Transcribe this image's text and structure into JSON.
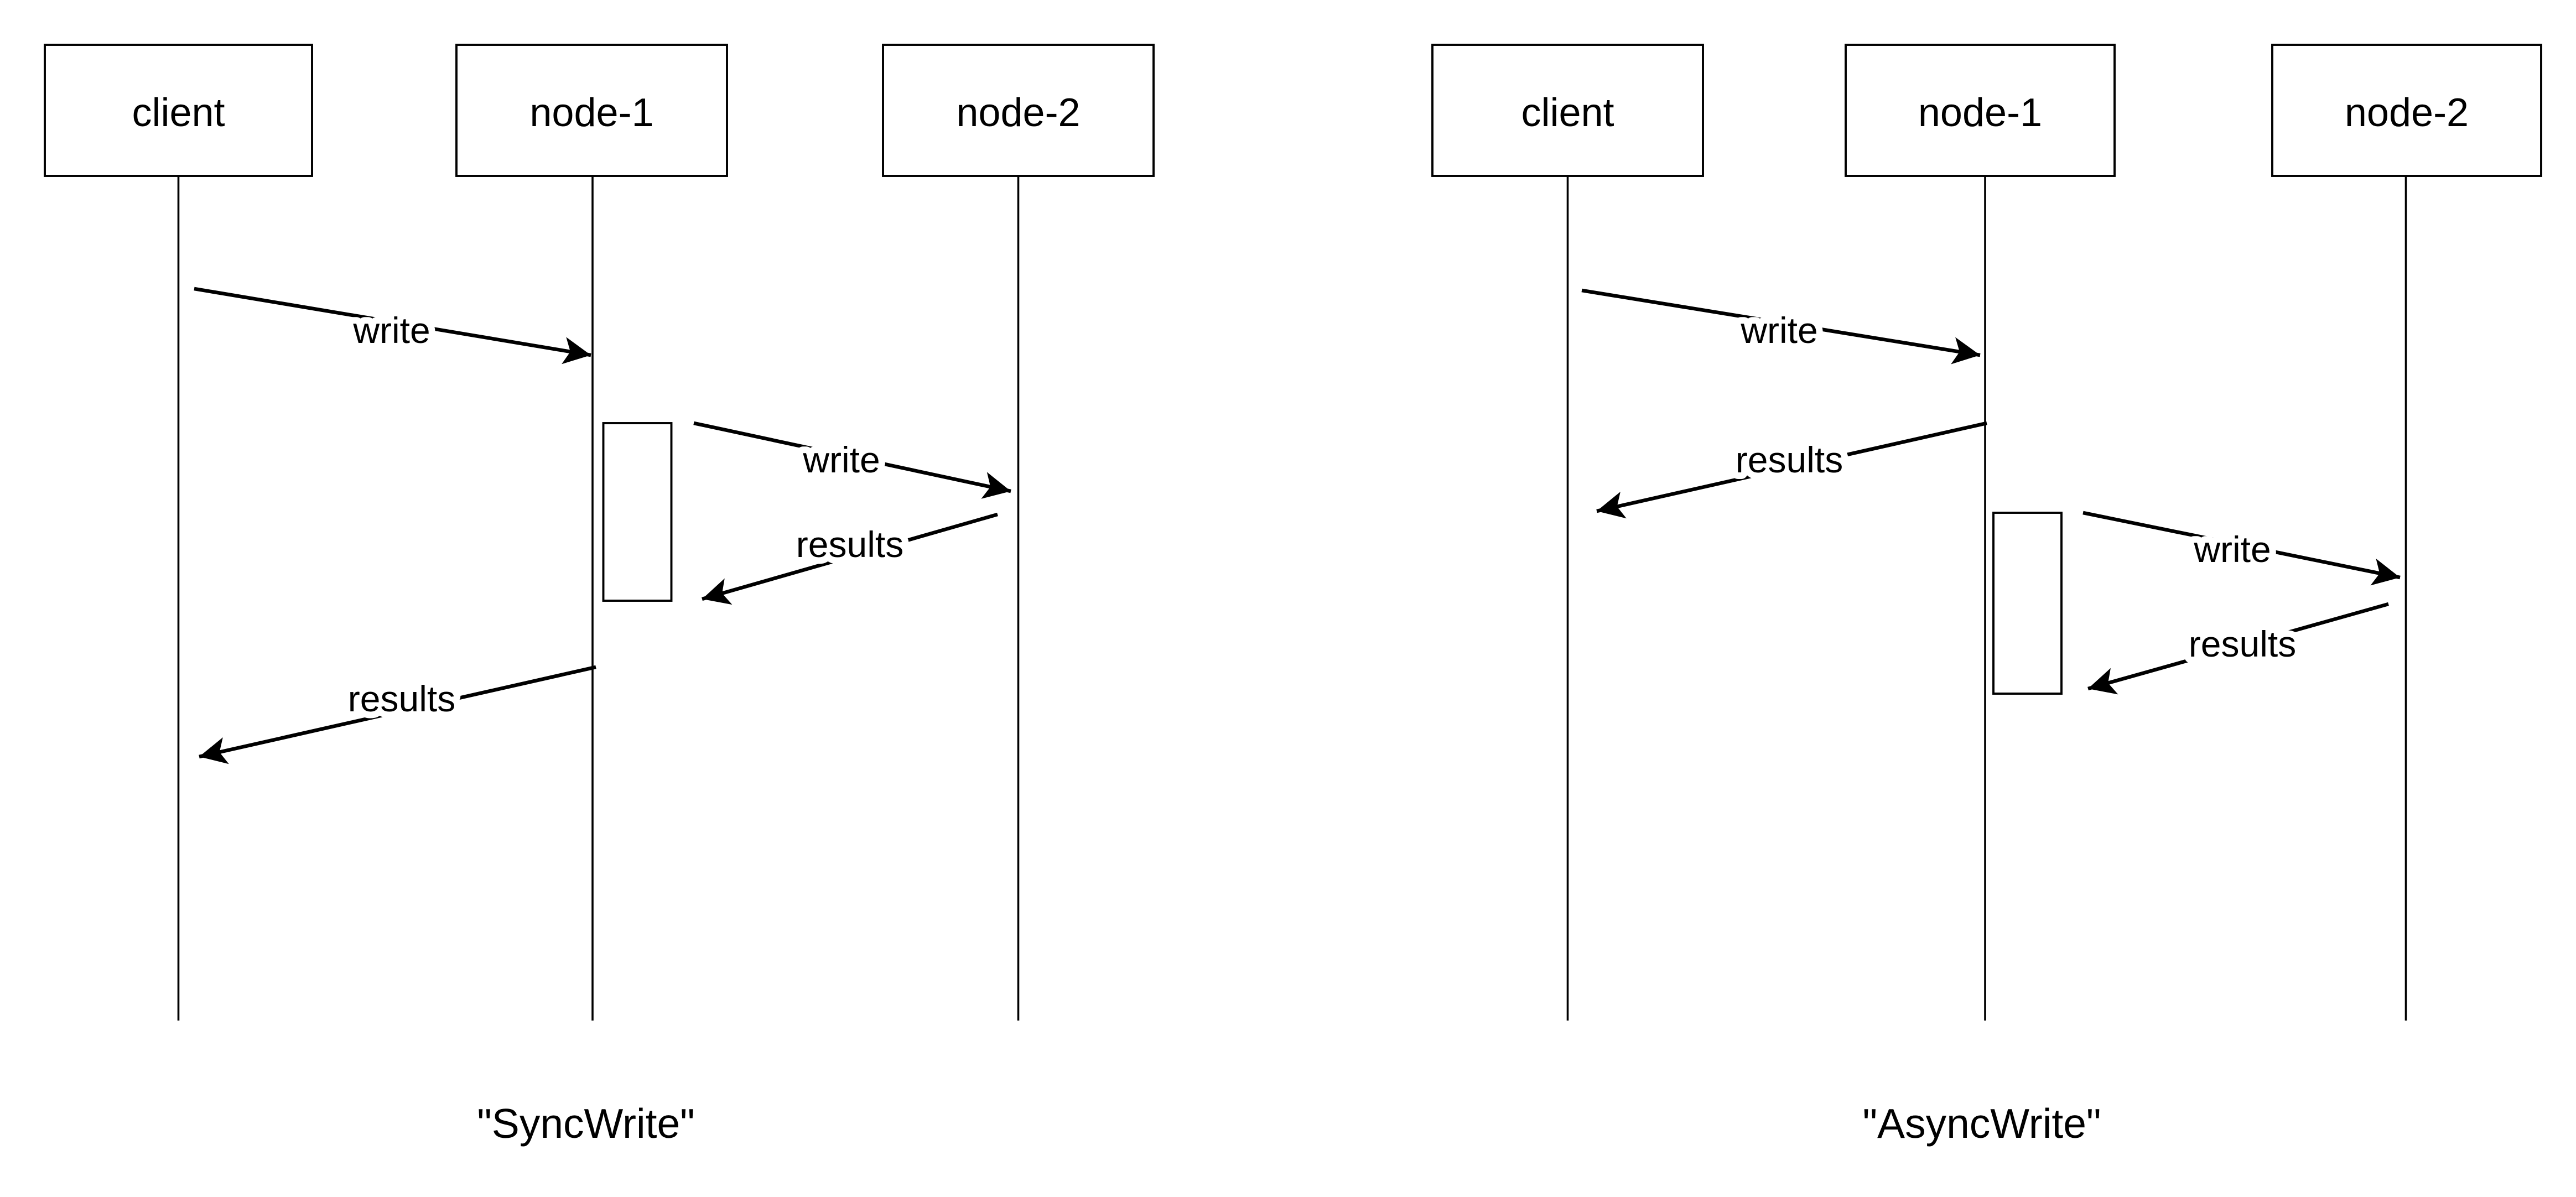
{
  "background": "#ffffff",
  "line_color": "#000000",
  "diagrams": [
    {
      "id": "sync",
      "caption": "\"SyncWrite\"",
      "actors": [
        {
          "label": "client"
        },
        {
          "label": "node-1"
        },
        {
          "label": "node-2"
        }
      ],
      "messages": [
        {
          "label": "write",
          "from": "client",
          "to": "node-1"
        },
        {
          "label": "write",
          "from": "node-1",
          "to": "node-2"
        },
        {
          "label": "results",
          "from": "node-2",
          "to": "node-1"
        },
        {
          "label": "results",
          "from": "node-1",
          "to": "client"
        }
      ]
    },
    {
      "id": "async",
      "caption": "\"AsyncWrite\"",
      "actors": [
        {
          "label": "client"
        },
        {
          "label": "node-1"
        },
        {
          "label": "node-2"
        }
      ],
      "messages": [
        {
          "label": "write",
          "from": "client",
          "to": "node-1"
        },
        {
          "label": "results",
          "from": "node-1",
          "to": "client"
        },
        {
          "label": "write",
          "from": "node-1",
          "to": "node-2"
        },
        {
          "label": "results",
          "from": "node-2",
          "to": "node-1"
        }
      ]
    }
  ]
}
